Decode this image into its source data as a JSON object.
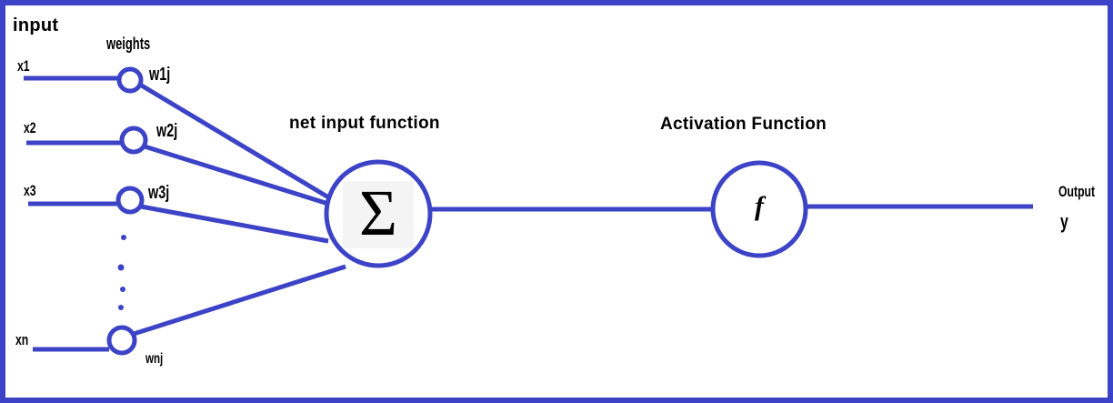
{
  "diagram": {
    "type": "perceptron-neural-network",
    "labels": {
      "input": "input",
      "weights": "weights",
      "net_input_function": "net input function",
      "activation_function": "Activation Function",
      "output": "Output",
      "output_var": "y"
    },
    "inputs": [
      {
        "label": "x1",
        "weight": "w1j"
      },
      {
        "label": "x2",
        "weight": "w2j"
      },
      {
        "label": "x3",
        "weight": "w3j"
      },
      {
        "label": "xn",
        "weight": "wnj"
      }
    ],
    "sum_symbol": "Σ",
    "activation_symbol": "f",
    "colors": {
      "accent": "#3c43c7",
      "text": "#000000",
      "sigma_bg": "#f4f4f4"
    }
  }
}
